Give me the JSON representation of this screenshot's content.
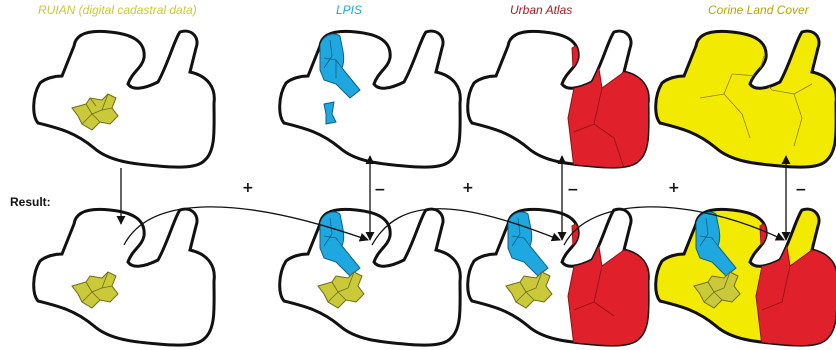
{
  "colors": {
    "ruian": "#c9c93a",
    "lpis": "#1fa7e0",
    "urban_atlas": "#e0202a",
    "corine": "#f2ea00",
    "outline": "#111111"
  },
  "headings": {
    "ruian": "RUIAN (digital cadastral data)",
    "lpis": "LPIS",
    "urban_atlas": "Urban Atlas",
    "corine": "Corine Land Cover"
  },
  "result_label": "Result:",
  "operators": {
    "plus_lpis": "+",
    "minus_lpis": "−",
    "plus_urban": "+",
    "minus_urban": "−",
    "plus_corine": "+",
    "minus_corine": "−"
  }
}
